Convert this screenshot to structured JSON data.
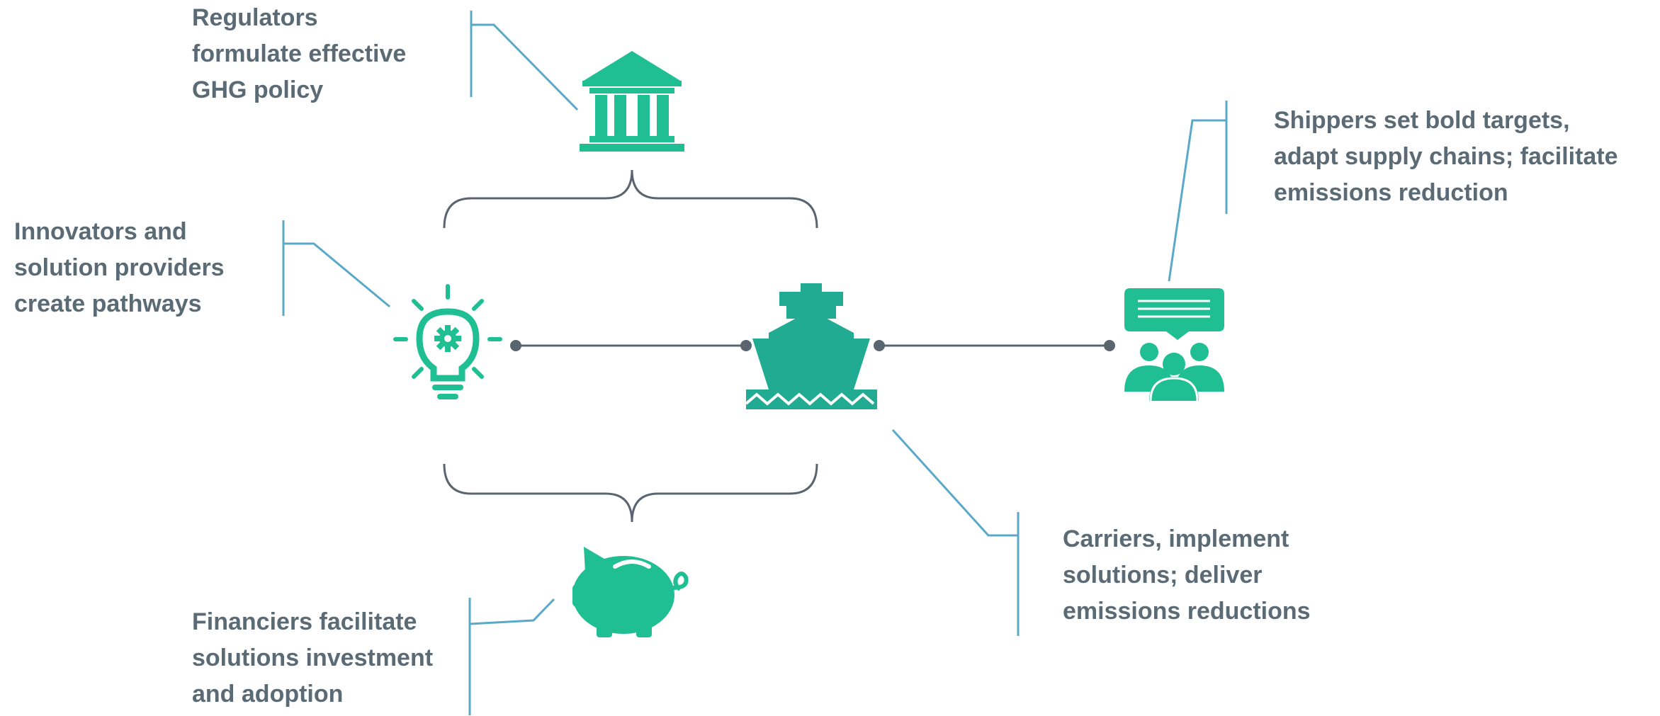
{
  "colors": {
    "accent": "#1fbf93",
    "ship": "#21ab92",
    "text": "#5b6b76",
    "callout_line": "#5aa9c9",
    "connector": "#5a6570"
  },
  "icons": {
    "regulators": "government-building-icon",
    "innovators": "lightbulb-gear-icon",
    "carrier": "ship-icon",
    "shippers": "speech-bubble-people-icon",
    "financiers": "piggy-bank-icon"
  },
  "labels": {
    "regulators": [
      "Regulators",
      "formulate effective",
      "GHG policy"
    ],
    "innovators": [
      "Innovators and",
      "solution providers",
      "create pathways"
    ],
    "financiers": [
      "Financiers facilitate",
      "solutions investment",
      "and adoption"
    ],
    "carriers": [
      "Carriers, implement",
      "solutions; deliver",
      "emissions reductions"
    ],
    "shippers": [
      "Shippers set bold targets,",
      "adapt supply chains; facilitate",
      "emissions reduction"
    ]
  }
}
